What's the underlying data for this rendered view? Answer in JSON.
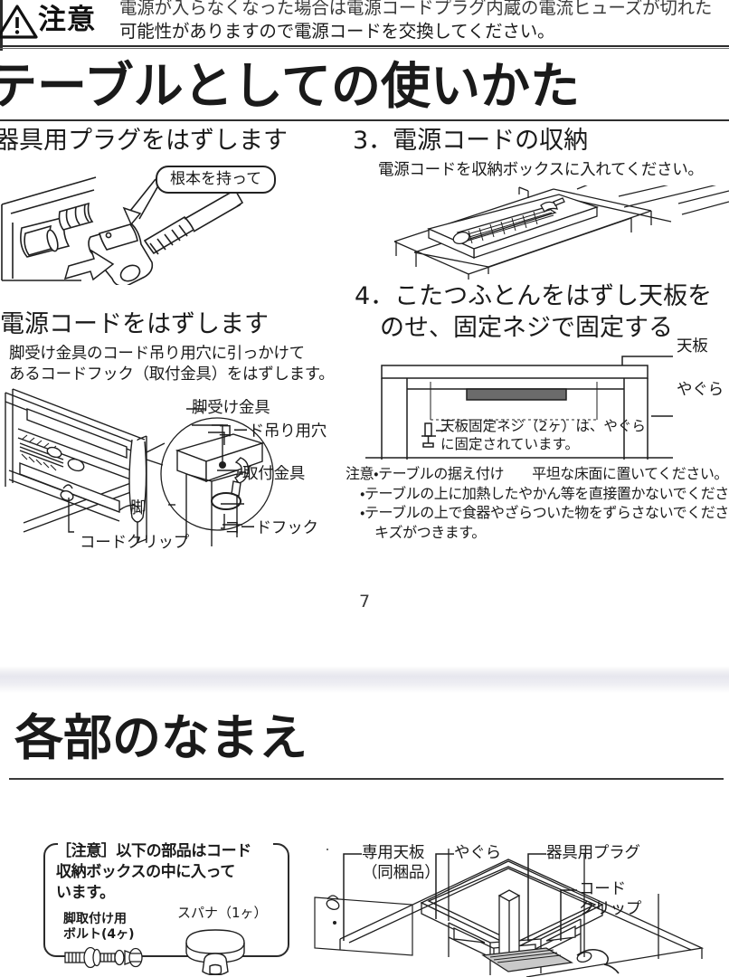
{
  "document": {
    "page_number": "7",
    "language": "ja"
  },
  "top_caution": {
    "icon": "warning-triangle-icon",
    "label": "注意",
    "line1": "電源が入らなくなった場合は電源コードプラグ内蔵の電流ヒューズが切れた",
    "line2": "可能性がありますので電源コードを交換してください。"
  },
  "section_table_use": {
    "title": "テーブルとしての使いかた",
    "left_column": {
      "heading1": "器具用プラグをはずします",
      "callout_bubble": "根本を持って",
      "heading2": "電源コードをはずします",
      "body2_line1": "脚受け金具のコード吊り用穴に引っかけて",
      "body2_line2": "あるコードフック（取付金具）をはずします。",
      "diagram_labels": {
        "leg_bracket": "脚受け金具",
        "cord_hang_hole": "コード吊り用穴",
        "mounting_bracket": "取付金具",
        "leg": "脚",
        "cord_hook": "コードフック",
        "cord_clip": "コードクリップ"
      }
    },
    "right_column": {
      "step3_heading": "3．電源コードの収納",
      "step3_body": "電源コードを収納ボックスに入れてください。",
      "step4_heading_line1": "4．こたつふとんをはずし天板を",
      "step4_heading_line2": "のせ、固定ネジで固定する",
      "diagram_labels": {
        "tabletop": "天板",
        "frame": "やぐら"
      },
      "screw_note_line1": "天板固定ネジ（2ヶ）は、やぐら",
      "screw_note_line2": "に固定されています。",
      "cautions": [
        "注意・テーブルの据え付け　　平坦な床面に置いてください。",
        "・テーブルの上に加熱したやかん等を直接置かないでください。",
        "・テーブルの上で食器やざらついた物をずらさないでください。",
        "キズがつきます。"
      ]
    }
  },
  "section_parts_names": {
    "title": "各部のなまえ",
    "parts_box": {
      "note_line1": "［注意］以下の部品はコード",
      "note_line2": "収納ボックスの中に入って",
      "note_line3": "います。",
      "bolt_caption_line1": "脚取付け用",
      "bolt_caption_line2": "ボルト(4ヶ)",
      "spanner_caption": "スパナ（1ヶ）"
    },
    "diagram_labels": {
      "tabletop_line1": "専用天板",
      "tabletop_line2": "（同梱品）",
      "frame": "やぐら",
      "appliance_plug": "器具用プラグ",
      "cord_clip_line1": "コード",
      "cord_clip_line2": "クリップ"
    }
  },
  "colors": {
    "ink": "#1a1a1a",
    "rule": "#2f2f2f",
    "paper": "#ffffff",
    "heater_fill": "#6b6b6b"
  }
}
